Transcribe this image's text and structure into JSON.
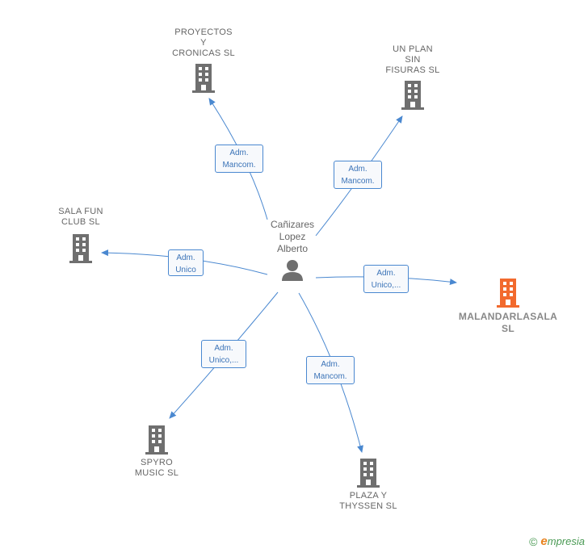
{
  "center": {
    "name": "Cañizares\nLopez\nAlberto"
  },
  "companies": [
    {
      "id": "proyectos",
      "name": "PROYECTOS\nY\nCRONICAS  SL",
      "color": "#6f6f6f"
    },
    {
      "id": "unplan",
      "name": "UN PLAN\nSIN\nFISURAS  SL",
      "color": "#6f6f6f"
    },
    {
      "id": "salafun",
      "name": "SALA FUN\nCLUB SL",
      "color": "#6f6f6f"
    },
    {
      "id": "malandar",
      "name": "MALANDARLASALA\nSL",
      "color": "#f26a2e"
    },
    {
      "id": "spyro",
      "name": "SPYRO\nMUSIC  SL",
      "color": "#6f6f6f"
    },
    {
      "id": "plaza",
      "name": "PLAZA Y\nTHYSSEN  SL",
      "color": "#6f6f6f"
    }
  ],
  "edges": [
    {
      "to": "proyectos",
      "label": "Adm.\nMancom."
    },
    {
      "to": "unplan",
      "label": "Adm.\nMancom."
    },
    {
      "to": "salafun",
      "label": "Adm.\nUnico"
    },
    {
      "to": "malandar",
      "label": "Adm.\nUnico,..."
    },
    {
      "to": "spyro",
      "label": "Adm.\nUnico,..."
    },
    {
      "to": "plaza",
      "label": "Adm.\nMancom."
    }
  ],
  "colors": {
    "edge": "#4a88d0",
    "person": "#6f6f6f"
  },
  "brand": {
    "copyright": "©",
    "initial": "e",
    "name": "mpresia"
  }
}
